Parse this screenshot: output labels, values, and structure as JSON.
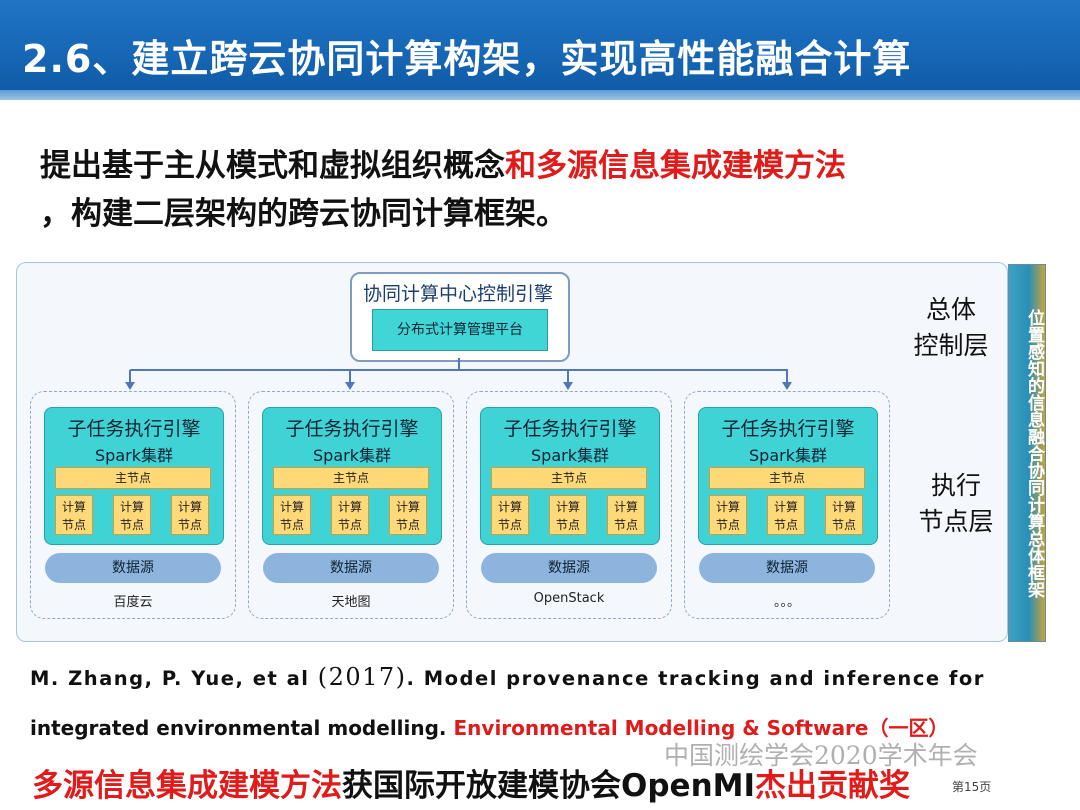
{
  "slide": {
    "title": "2.6、建立跨云协同计算构架，实现高性能融合计算",
    "intro_part1": "提出基于主从模式和虚拟组织概念",
    "intro_highlight": "和多源信息集成建模方法",
    "intro_part2": "，构建二层架构的跨云协同计算框架。"
  },
  "diagram": {
    "control_engine_title": "协同计算中心控制引擎",
    "management_platform": "分布式计算管理平台",
    "layer_top": [
      "总体",
      "控制层"
    ],
    "layer_bottom": [
      "执行",
      "节点层"
    ],
    "side_bar_text": "位置感知的信息融合协同计算总体框架",
    "clusters": [
      {
        "engine": "子任务执行引擎",
        "spark": "Spark集群",
        "master": "主节点",
        "nodes": [
          "计算节点",
          "计算节点",
          "计算节点"
        ],
        "node_line1": "计算",
        "node_line2": "节点",
        "data_source": "数据源",
        "label": "百度云"
      },
      {
        "engine": "子任务执行引擎",
        "spark": "Spark集群",
        "master": "主节点",
        "nodes": [
          "计算节点",
          "计算节点",
          "计算节点"
        ],
        "node_line1": "计算",
        "node_line2": "节点",
        "data_source": "数据源",
        "label": "天地图"
      },
      {
        "engine": "子任务执行引擎",
        "spark": "Spark集群",
        "master": "主节点",
        "nodes": [
          "计算节点",
          "计算节点",
          "计算节点"
        ],
        "node_line1": "计算",
        "node_line2": "节点",
        "data_source": "数据源",
        "label": "OpenStack"
      },
      {
        "engine": "子任务执行引擎",
        "spark": "Spark集群",
        "master": "主节点",
        "nodes": [
          "计算节点",
          "计算节点",
          "计算节点"
        ],
        "node_line1": "计算",
        "node_line2": "节点",
        "data_source": "数据源",
        "label": "。。。"
      }
    ]
  },
  "reference": {
    "authors": "M. Zhang, P. Yue, et al",
    "year": "(2017)",
    "title_part1": ". Model provenance tracking and inference for",
    "title_part2": "integrated environmental modelling.",
    "journal": "Environmental Modelling & Software（一区）"
  },
  "footer": {
    "highlight1": "多源信息集成建模方法",
    "middle": "获国际开放建模协会OpenMI",
    "highlight2": "杰出贡献奖",
    "watermark": "中国测绘学会2020学术年会",
    "page_number": "第15页"
  },
  "colors": {
    "title_bar": "#1565b3",
    "highlight_red": "#e11a1a",
    "cyan_box": "#3fd3d5",
    "node_yellow": "#ffd978",
    "data_source_blue": "#8cb4dd"
  }
}
